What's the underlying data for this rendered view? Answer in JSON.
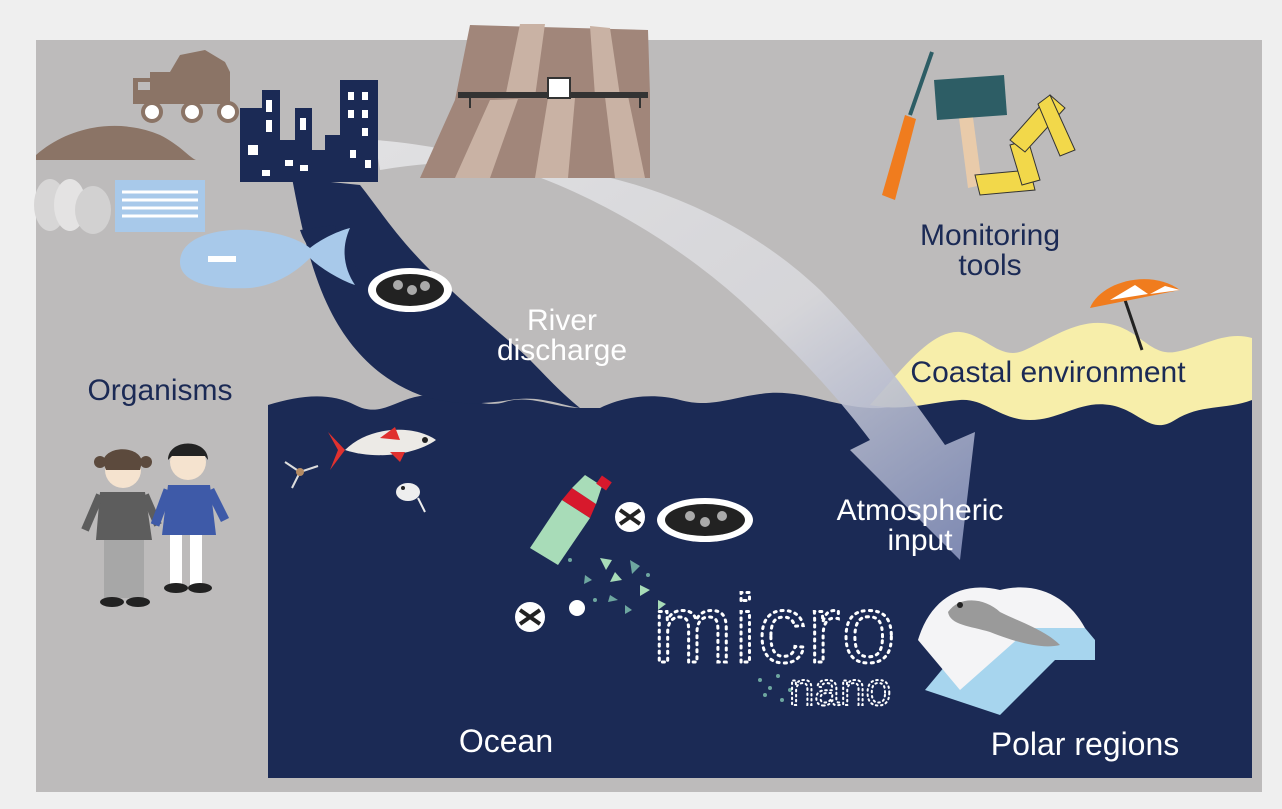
{
  "labels": {
    "monitoring": [
      "Monitoring",
      "tools"
    ],
    "river": [
      "River",
      "discharge"
    ],
    "organisms": "Organisms",
    "coastal": "Coastal environment",
    "atmospheric": [
      "Atmospheric",
      "input"
    ],
    "ocean": "Ocean",
    "polar": "Polar regions",
    "micro": "micro",
    "nano": "nano"
  },
  "colors": {
    "background": "#efefef",
    "land": "#bdbbbb",
    "ocean": "#1b2a55",
    "label_dark": "#1b2a55",
    "label_light": "#ffffff",
    "sand": "#f7eeaa",
    "arrow": "#e4e4e6",
    "ice": "#f4f4f6",
    "ice_shadow": "#a7d5ee",
    "bottle": "#a8dcb8",
    "bottle_cap": "#d7192c",
    "fish": "#f1a7a4",
    "umbrella": "#f07c1e",
    "screwdriver": "#f07c1e",
    "hammer_head": "#2d5d65",
    "ruler": "#f2d84a"
  }
}
